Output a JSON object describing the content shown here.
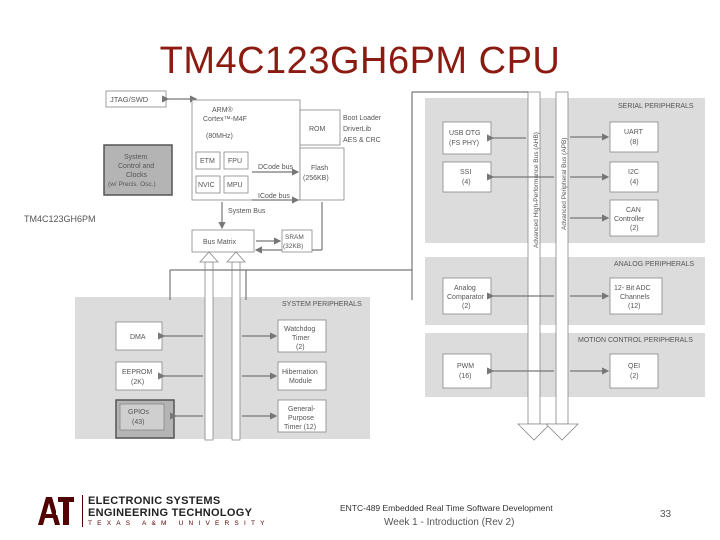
{
  "slide": {
    "title": "TM4C123GH6PM CPU",
    "course": "ENTC-489 Embedded Real Time Software Development",
    "week": "Week 1 - Introduction (Rev 2)",
    "page_number": "33"
  },
  "logo": {
    "line1": "ELECTRONIC SYSTEMS",
    "line2": "ENGINEERING TECHNOLOGY",
    "line3": "TEXAS A&M UNIVERSITY"
  },
  "diagram": {
    "jtag": "JTAG/SWD",
    "arm_line1": "ARM®",
    "arm_line2": "Cortex™-M4F",
    "arm_line3": "(80MHz)",
    "etm": "ETM",
    "fpu": "FPU",
    "nvic": "NVIC",
    "mpu": "MPU",
    "dcode": "DCode bus",
    "icode": "ICode bus",
    "rom": "ROM",
    "boot1": "Boot Loader",
    "boot2": "DriverLib",
    "boot3": "AES & CRC",
    "flash1": "Flash",
    "flash2": "(256KB)",
    "sysctl1": "System",
    "sysctl2": "Control and",
    "sysctl3": "Clocks",
    "sysctl4": "(w/ Precis. Osc.)",
    "chip_label": "TM4C123GH6PM",
    "system_bus": "System Bus",
    "bus_matrix": "Bus Matrix",
    "sram1": "SRAM",
    "sram2": "(32KB)",
    "system_peripherals": "SYSTEM PERIPHERALS",
    "dma": "DMA",
    "eeprom1": "EEPROM",
    "eeprom2": "(2K)",
    "gpio1": "GPIOs",
    "gpio2": "(43)",
    "watchdog1": "Watchdog",
    "watchdog2": "Timer",
    "watchdog3": "(2)",
    "hib1": "Hibernation",
    "hib2": "Module",
    "gpt1": "General-",
    "gpt2": "Purpose",
    "gpt3": "Timer (12)",
    "ahb": "Advanced High-Performance Bus (AHB)",
    "apb": "Advanced Peripheral Bus (APB)",
    "serial_peripherals": "SERIAL PERIPHERALS",
    "usb1": "USB OTG",
    "usb2": "(FS PHY)",
    "ssi1": "SSI",
    "ssi2": "(4)",
    "uart1": "UART",
    "uart2": "(8)",
    "i2c1": "I2C",
    "i2c2": "(4)",
    "can1": "CAN",
    "can2": "Controller",
    "can3": "(2)",
    "analog_peripherals": "ANALOG PERIPHERALS",
    "comp1": "Analog",
    "comp2": "Comparator",
    "comp3": "(2)",
    "adc1": "12- Bit ADC",
    "adc2": "Channels",
    "adc3": "(12)",
    "motion_peripherals": "MOTION CONTROL PERIPHERALS",
    "pwm1": "PWM",
    "pwm2": "(16)",
    "qei1": "QEI",
    "qei2": "(2)"
  }
}
